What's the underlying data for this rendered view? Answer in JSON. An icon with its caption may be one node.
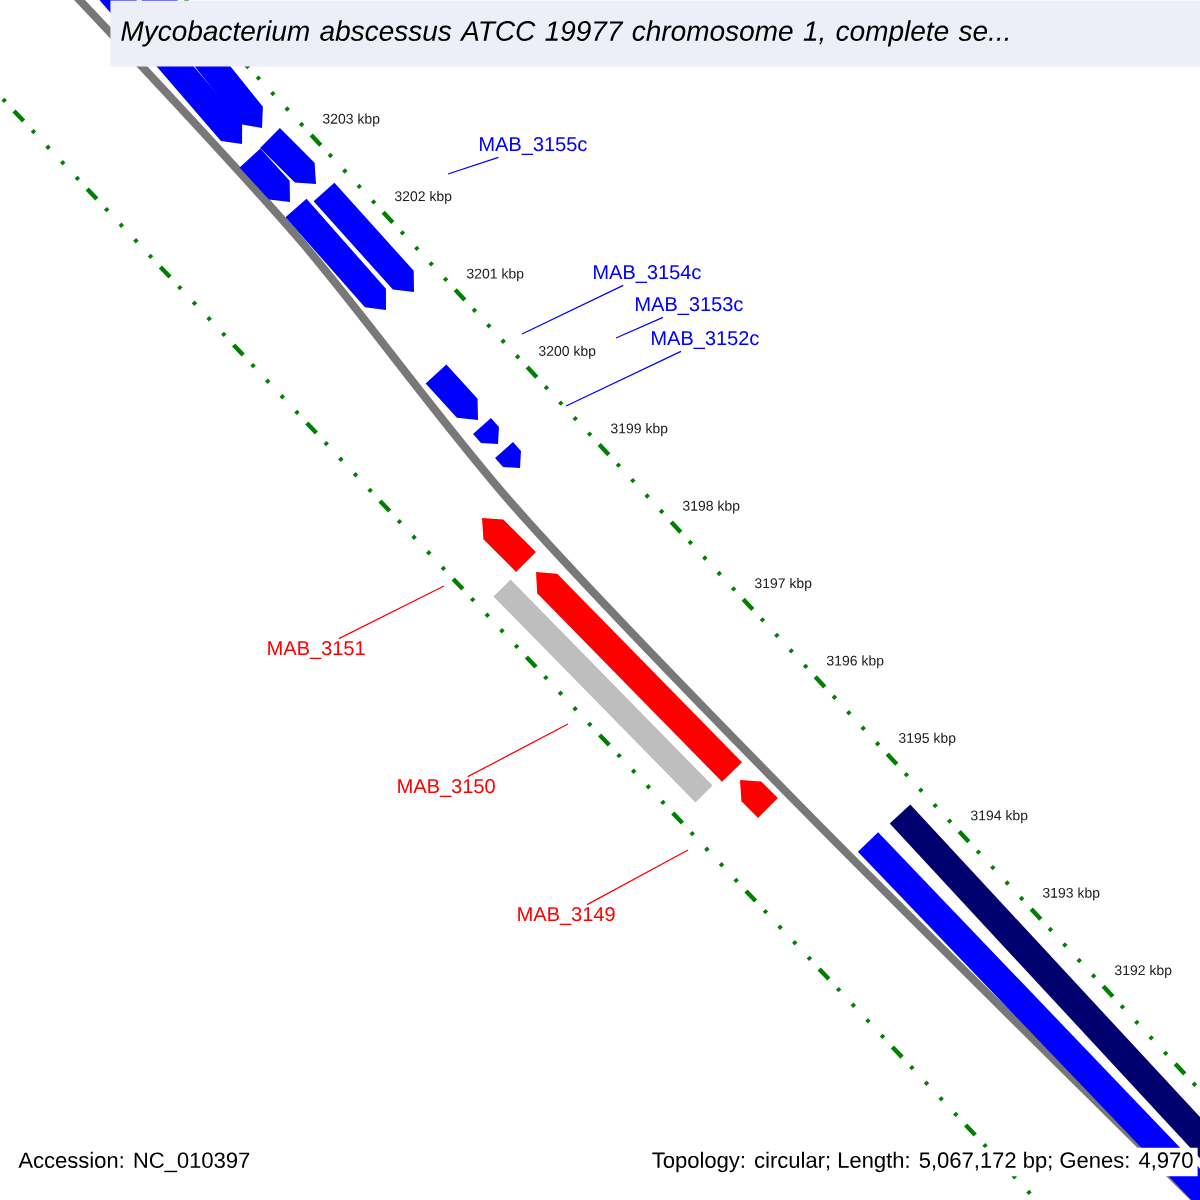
{
  "diagram": {
    "title": "Mycobacterium abscessus ATCC 19977 chromosome 1, complete se...",
    "nodes": [
      {
        "text": [
          "MAB_3155c"
        ]
      },
      {
        "text": [
          "MAB_3154c"
        ]
      },
      {
        "text": [
          "MAB_3153c"
        ]
      },
      {
        "text": [
          "MAB_3152c"
        ]
      },
      {
        "text": [
          "MAB_3151"
        ]
      },
      {
        "text": [
          "MAB_3150"
        ]
      },
      {
        "text": [
          "MAB_3149"
        ]
      }
    ],
    "edges": [
      {
        "from": 0,
        "to": null,
        "arrow": "none",
        "color": "#0000ff"
      },
      {
        "from": 1,
        "to": null,
        "arrow": "none",
        "color": "#0000ff"
      },
      {
        "from": 2,
        "to": null,
        "arrow": "none",
        "color": "#0000ff"
      },
      {
        "from": 3,
        "to": null,
        "arrow": "none",
        "color": "#0000ff"
      },
      {
        "from": 4,
        "to": null,
        "arrow": "none",
        "color": "#ff0000"
      },
      {
        "from": 5,
        "to": null,
        "arrow": "none",
        "color": "#ff0000"
      },
      {
        "from": 6,
        "to": null,
        "arrow": "none",
        "color": "#ff0000"
      }
    ],
    "labels": [
      "3203 kbp",
      "3202 kbp",
      "3201 kbp",
      "3200 kbp",
      "3199 kbp",
      "3198 kbp",
      "3197 kbp",
      "3196 kbp",
      "3195 kbp",
      "3194 kbp",
      "3193 kbp",
      "3192 kbp",
      "Accession: NC_010397",
      "Topology: circular; Length: 5,067,172 bp; Genes: 4,970"
    ]
  }
}
